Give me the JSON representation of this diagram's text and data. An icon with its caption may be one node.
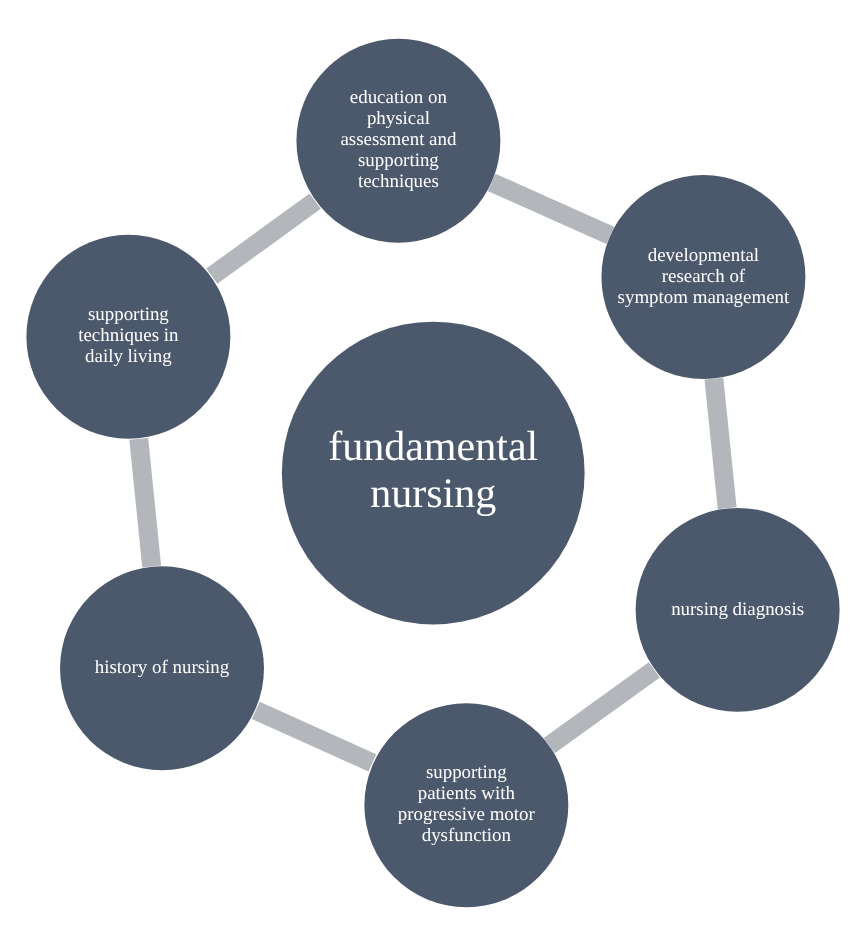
{
  "diagram": {
    "nodes": [
      {
        "text": [
          "education on physical assessment and supporting techniques"
        ]
      },
      {
        "text": [
          "developmental research of symptom management"
        ]
      },
      {
        "text": [
          "supporting techniques in daily living"
        ]
      },
      {
        "text": [
          "fundamental nursing"
        ]
      },
      {
        "text": [
          "nursing diagnosis"
        ]
      },
      {
        "text": [
          "history of nursing"
        ]
      },
      {
        "text": [
          "supporting patients with progressive motor dysfunction"
        ]
      }
    ],
    "edges": [
      {
        "from": 0,
        "to": 2,
        "arrow": "none"
      },
      {
        "from": 2,
        "to": 5,
        "arrow": "none"
      },
      {
        "from": 5,
        "to": 6,
        "arrow": "none"
      },
      {
        "from": 6,
        "to": 4,
        "arrow": "none"
      },
      {
        "from": 4,
        "to": 1,
        "arrow": "none"
      },
      {
        "from": 1,
        "to": 0,
        "arrow": "none"
      }
    ]
  }
}
